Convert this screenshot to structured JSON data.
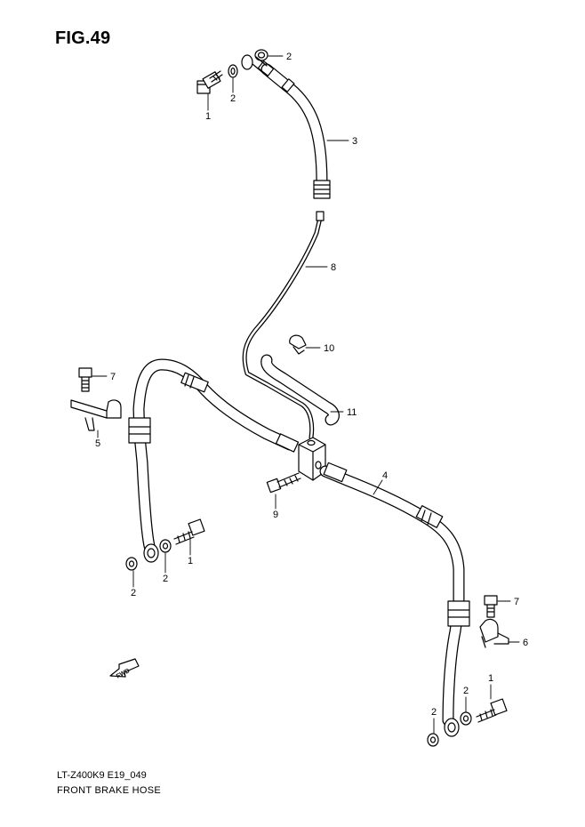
{
  "figure": {
    "title": "FIG.49",
    "model_code": "LT-Z400K9 E19_049",
    "caption": "FRONT BRAKE HOSE",
    "direction_label": "FWD"
  },
  "callouts": [
    {
      "id": "c1a",
      "text": "1"
    },
    {
      "id": "c2a",
      "text": "2"
    },
    {
      "id": "c2b",
      "text": "2"
    },
    {
      "id": "c3",
      "text": "3"
    },
    {
      "id": "c8",
      "text": "8"
    },
    {
      "id": "c10",
      "text": "10"
    },
    {
      "id": "c11",
      "text": "11"
    },
    {
      "id": "c7a",
      "text": "7"
    },
    {
      "id": "c5",
      "text": "5"
    },
    {
      "id": "c4",
      "text": "4"
    },
    {
      "id": "c9",
      "text": "9"
    },
    {
      "id": "c1b",
      "text": "1"
    },
    {
      "id": "c2c",
      "text": "2"
    },
    {
      "id": "c2d",
      "text": "2"
    },
    {
      "id": "c7b",
      "text": "7"
    },
    {
      "id": "c6",
      "text": "6"
    },
    {
      "id": "c1c",
      "text": "1"
    },
    {
      "id": "c2e",
      "text": "2"
    },
    {
      "id": "c2f",
      "text": "2"
    }
  ]
}
